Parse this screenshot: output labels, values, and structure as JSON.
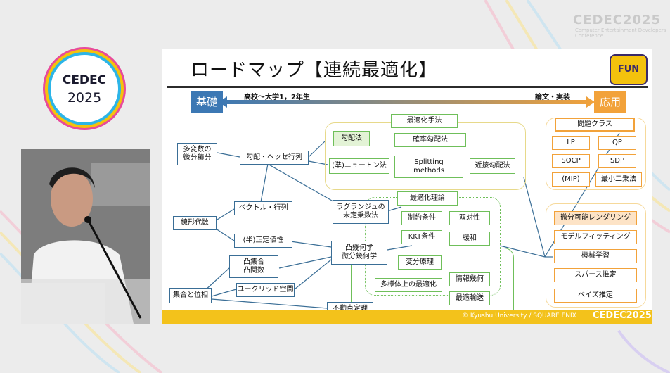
{
  "event": {
    "brand_top": "CEDEC2025",
    "brand_top_sub": "Computer Entertainment Developers Conference",
    "badge_line1": "CEDEC",
    "badge_line2": "2025"
  },
  "slide": {
    "title": "ロードマップ【連続最適化】",
    "fun_logo": "FUN",
    "basics_tag": "基礎",
    "applied_tag": "応用",
    "left_label": "高校～大学1，2年生",
    "right_label": "論文・実装",
    "copyright": "© Kyushu University / SQUARE ENIX",
    "footer_brand": "CEDEC2025",
    "colors": {
      "blue": "#3c78b4",
      "orange": "#f2a23a",
      "green": "#6fbf5a",
      "gold": "#f3c21b"
    }
  },
  "nodes": {
    "tahensuu": "多変数の\n微分積分",
    "koubai": "勾配・ヘッセ行列",
    "senkei": "線形代数",
    "vector": "ベクトル・行列",
    "seitei": "(半)正定値性",
    "shugou_ichi": "集合と位相",
    "toshugou": "凸集合\n凸関数",
    "euclid": "ユークリッド空間",
    "fudouten": "不動点定理",
    "lagrange": "ラグランジュの\n未定乗数法",
    "totsu": "凸幾何学\n微分幾何学",
    "saitekika_shuhou": "最適化手法",
    "koubaihou": "勾配法",
    "kakuritsu": "確率勾配法",
    "newton": "(準)ニュートン法",
    "splitting": "Splitting\nmethods",
    "kinsetsu": "近接勾配法",
    "saitekika_riron": "最適化理論",
    "seiyaku": "制約条件",
    "soutsui": "双対性",
    "kkt": "KKT条件",
    "kanwa": "緩和",
    "henbun": "変分原理",
    "tayoutai": "多様体上の最適化",
    "jouhou": "情報幾何",
    "saiteki_yusou": "最適輸送",
    "mondai_class": "問題クラス",
    "lp": "LP",
    "qp": "QP",
    "socp": "SOCP",
    "sdp": "SDP",
    "mip": "(MIP)",
    "saishou": "最小二乗法",
    "bibun_rendering": "微分可能レンダリング",
    "model_fitting": "モデルフィッティング",
    "kikai": "機械学習",
    "sparse": "スパース推定",
    "bayes": "ベイズ推定"
  }
}
